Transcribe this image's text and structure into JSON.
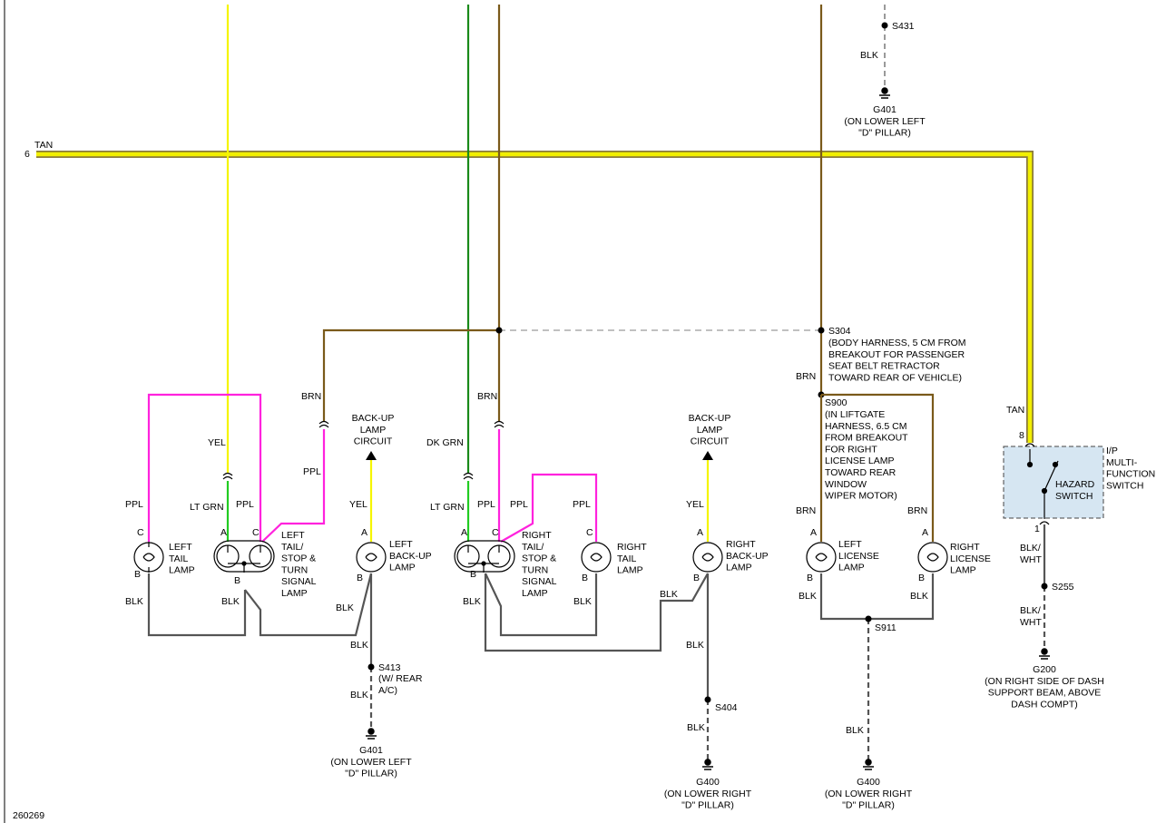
{
  "wires": {
    "tan": "TAN",
    "tan_pin": "6",
    "yel": "YEL",
    "lt_grn": "LT GRN",
    "dk_grn": "DK GRN",
    "brn": "BRN",
    "ppl": "PPL",
    "blk": "BLK",
    "blk_wht": "BLK/\nWHT"
  },
  "pins": {
    "a": "A",
    "b": "B",
    "c": "C",
    "one": "1",
    "eight": "8"
  },
  "components": {
    "left_tail": "LEFT\nTAIL\nLAMP",
    "left_tail_stop": "LEFT\nTAIL/\nSTOP &\nTURN\nSIGNAL\nLAMP",
    "left_backup": "LEFT\nBACK-UP\nLAMP",
    "right_tail_stop": "RIGHT\nTAIL/\nSTOP &\nTURN\nSIGNAL\nLAMP",
    "right_tail": "RIGHT\nTAIL\nLAMP",
    "right_backup": "RIGHT\nBACK-UP\nLAMP",
    "left_license": "LEFT\nLICENSE\nLAMP",
    "right_license": "RIGHT\nLICENSE\nLAMP",
    "backup_circuit": "BACK-UP\nLAMP\nCIRCUIT",
    "hazard_switch": "HAZARD\nSWITCH",
    "ip_switch": "I/P\nMULTI-\nFUNCTION\nSWITCH"
  },
  "splices": {
    "s304": "S304",
    "s304_desc": "(BODY HARNESS, 5 CM FROM\nBREAKOUT FOR PASSENGER\nSEAT BELT RETRACTOR\nTOWARD REAR OF VEHICLE)",
    "s900": "S900",
    "s900_desc": "(IN LIFTGATE\nHARNESS, 6.5 CM\nFROM BREAKOUT\nFOR RIGHT\nLICENSE LAMP\nTOWARD REAR\nWINDOW\nWIPER MOTOR)",
    "s413": "S413",
    "s413_desc": "(W/ REAR\nA/C)",
    "s404": "S404",
    "s911": "S911",
    "s255": "S255",
    "s431": "S431"
  },
  "grounds": {
    "g401_top": "G401\n(ON LOWER LEFT\n\"D\" PILLAR)",
    "g401_bottom": "G401\n(ON LOWER LEFT\n\"D\" PILLAR)",
    "g400_a": "G400\n(ON LOWER RIGHT\n\"D\" PILLAR)",
    "g400_b": "G400\n(ON LOWER RIGHT\n\"D\" PILLAR)",
    "g200": "G200\n(ON RIGHT SIDE OF DASH\nSUPPORT BEAM, ABOVE\nDASH COMPT)"
  },
  "figure_id": "260269",
  "colors": {
    "tan": "#f2ef00",
    "tan_outline": "#8a7a3c",
    "yel": "#f5f500",
    "green_lt": "#22cc22",
    "green_dk": "#1a8a1a",
    "brn": "#7a5a1a",
    "ppl": "#ff22dd",
    "blk": "#555555",
    "dash": "#9a9a9a"
  }
}
